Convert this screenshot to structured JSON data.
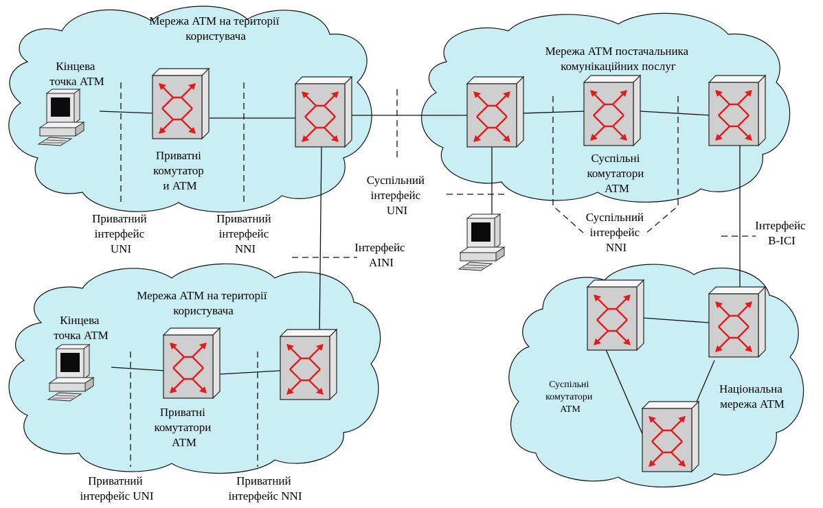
{
  "labels": {
    "net_tl": [
      "Мережа ATM на території",
      "користувача"
    ],
    "endpoint_tl": [
      "Кінцева",
      "точка ATM"
    ],
    "priv_switch_tl": [
      "Приватні",
      "комутатор",
      "и ATM"
    ],
    "priv_uni_tl": [
      "Приватний",
      "інтерфейс",
      "UNI"
    ],
    "priv_nni_tl": [
      "Приватний",
      "інтерфейс",
      "NNI"
    ],
    "aini": [
      "Інтерфейс",
      "AINI"
    ],
    "pub_uni": [
      "Суспільний",
      "інтерфейс",
      "UNI"
    ],
    "net_tr": [
      "Мережа ATM постачальника",
      "комунікаційних послуг"
    ],
    "pub_switch_tr": [
      "Суспільні",
      "комутатори",
      "ATM"
    ],
    "pub_nni": [
      "Суспільний",
      "інтерфейс",
      "NNI"
    ],
    "bici": [
      "Інтерфейс",
      "B-ICI"
    ],
    "net_bl": [
      "Мережа ATM на території",
      "користувача"
    ],
    "endpoint_bl": [
      "Кінцева",
      "точка ATM"
    ],
    "priv_switch_bl": [
      "Приватні",
      "комутатори",
      "ATM"
    ],
    "priv_uni_bl": [
      "Приватний",
      "інтерфейс UNI"
    ],
    "priv_nni_bl": [
      "Приватний",
      "інтерфейс NNI"
    ],
    "pub_switch_br": [
      "Суспільні",
      "комутатори",
      "ATM"
    ],
    "national": [
      "Національна",
      "мережа ATM"
    ]
  },
  "colors": {
    "cloud_fill": "#c9eef4",
    "arrow": "#e21b1b",
    "outline": "#111111"
  },
  "icons": {
    "switch": "atm-switch-icon",
    "computer": "workstation-icon"
  }
}
